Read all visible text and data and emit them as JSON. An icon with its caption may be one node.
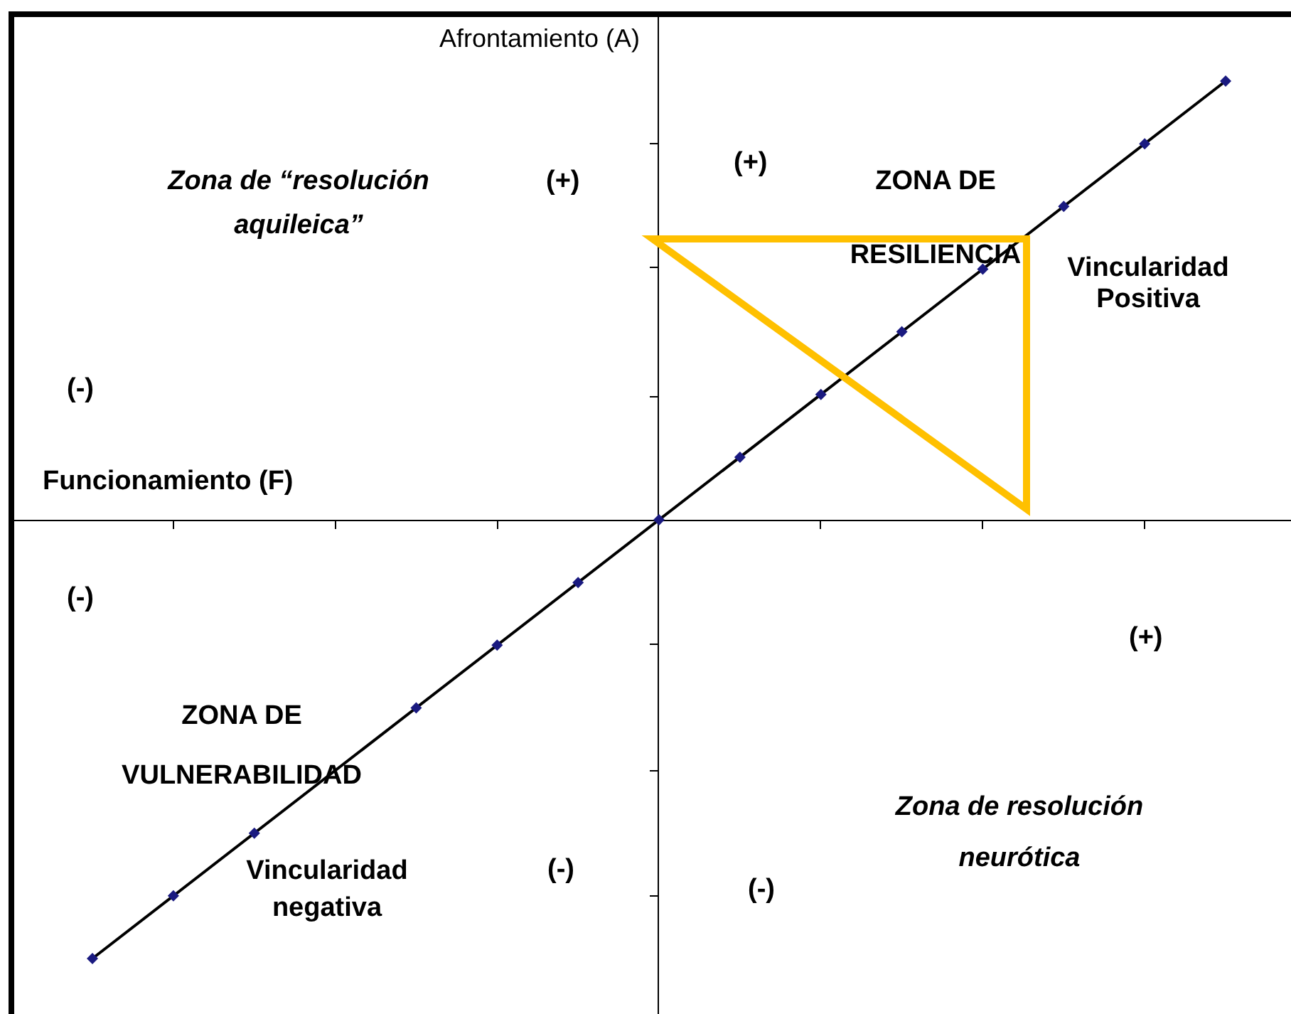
{
  "diagram": {
    "labels": [
      "Afrontamiento (A)",
      "Zona de “resolución aquileica”",
      "(+)",
      "(+)",
      "ZONA DE RESILIENCIA",
      "Vincularidad Positiva",
      "(-)",
      "Funcionamiento (F)",
      "(-)",
      "(+)",
      "ZONA DE VULNERABILIDAD",
      "Zona de resolución neurótica",
      "Vincularidad negativa",
      "(-)",
      "(-)"
    ]
  }
}
